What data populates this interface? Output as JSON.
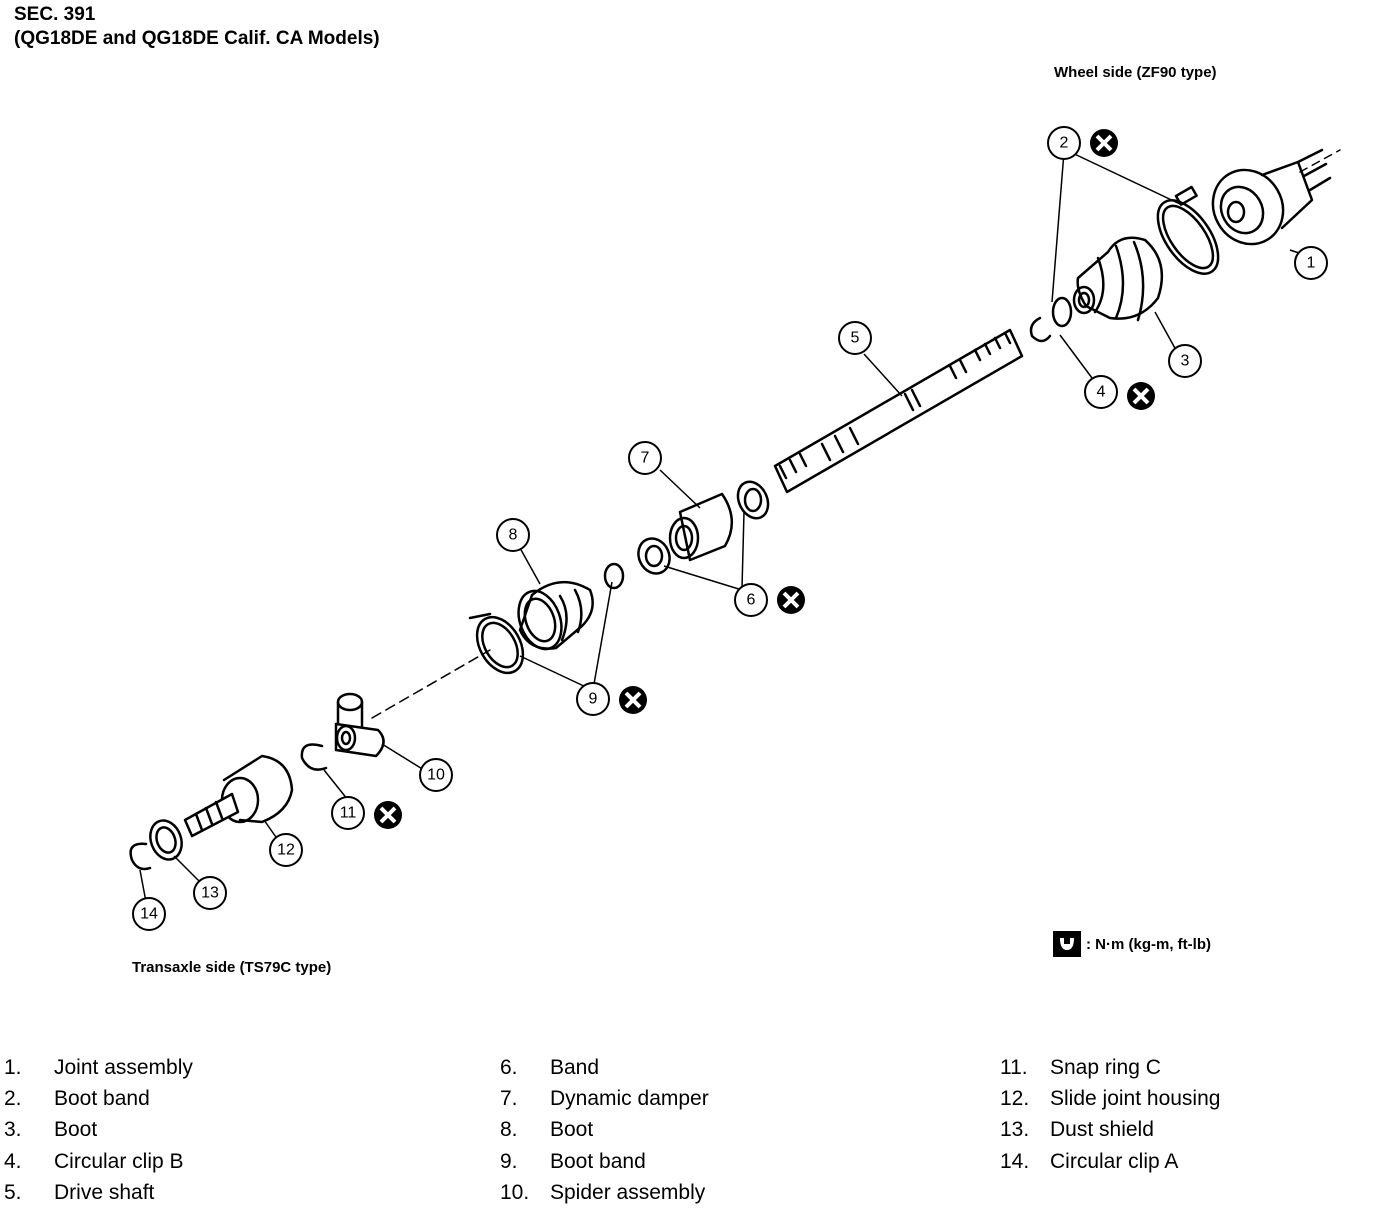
{
  "header": {
    "section": "SEC. 391",
    "models": "(QG18DE and QG18DE Calif. CA Models)"
  },
  "sides": {
    "wheel": "Wheel side (ZF90 type)",
    "transaxle": "Transaxle side (TS79C type)"
  },
  "unit_note": ": N·m (kg-m, ft-lb)",
  "callouts": [
    "1",
    "2",
    "3",
    "4",
    "5",
    "6",
    "7",
    "8",
    "9",
    "10",
    "11",
    "12",
    "13",
    "14"
  ],
  "legend": [
    {
      "num": "1.",
      "label": "Joint assembly"
    },
    {
      "num": "2.",
      "label": "Boot band"
    },
    {
      "num": "3.",
      "label": "Boot"
    },
    {
      "num": "4.",
      "label": "Circular clip B"
    },
    {
      "num": "5.",
      "label": "Drive shaft"
    },
    {
      "num": "6.",
      "label": "Band"
    },
    {
      "num": "7.",
      "label": "Dynamic damper"
    },
    {
      "num": "8.",
      "label": "Boot"
    },
    {
      "num": "9.",
      "label": "Boot band"
    },
    {
      "num": "10.",
      "label": "Spider assembly"
    },
    {
      "num": "11.",
      "label": "Snap ring C"
    },
    {
      "num": "12.",
      "label": "Slide joint housing"
    },
    {
      "num": "13.",
      "label": "Dust shield"
    },
    {
      "num": "14.",
      "label": "Circular clip A"
    }
  ]
}
